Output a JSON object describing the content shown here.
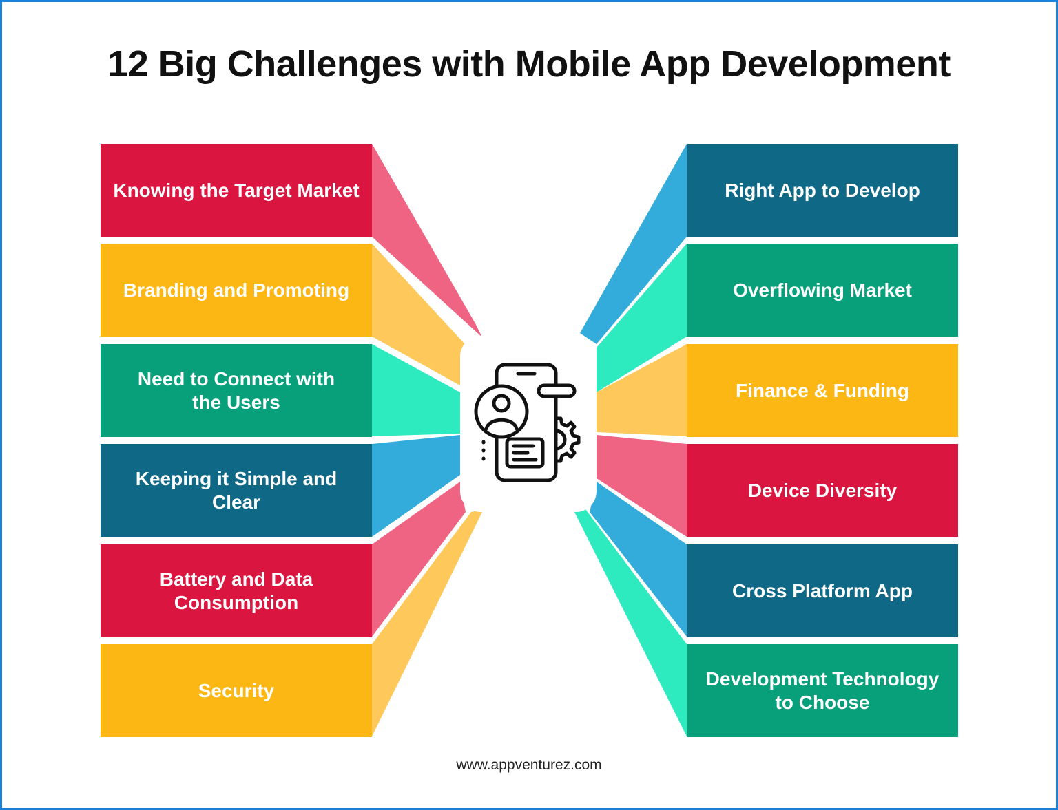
{
  "title": "12 Big Challenges with Mobile App Development",
  "colors": {
    "red": "#d91540",
    "red_light": "#ef6383",
    "yellow": "#fdb714",
    "yellow_light": "#fec95a",
    "green": "#07a07b",
    "green_light": "#2eeabf",
    "blue": "#0f6886",
    "blue_light": "#33acdb",
    "border": "#1e7fd6"
  },
  "hub_icon": "mobile-user-settings-icon",
  "left_items": [
    {
      "label": "Knowing the Target Market",
      "color": "red"
    },
    {
      "label": "Branding and Promoting",
      "color": "yellow"
    },
    {
      "label": "Need to Connect with\nthe Users",
      "color": "green"
    },
    {
      "label": "Keeping it Simple and Clear",
      "color": "blue"
    },
    {
      "label": "Battery and Data\nConsumption",
      "color": "red"
    },
    {
      "label": "Security",
      "color": "yellow"
    }
  ],
  "right_items": [
    {
      "label": "Right App to Develop",
      "color": "blue"
    },
    {
      "label": "Overflowing Market",
      "color": "green"
    },
    {
      "label": "Finance & Funding",
      "color": "yellow"
    },
    {
      "label": "Device Diversity",
      "color": "red"
    },
    {
      "label": "Cross Platform App",
      "color": "blue"
    },
    {
      "label": "Development Technology\nto Choose",
      "color": "green"
    }
  ],
  "footer": "www.appventurez.com"
}
